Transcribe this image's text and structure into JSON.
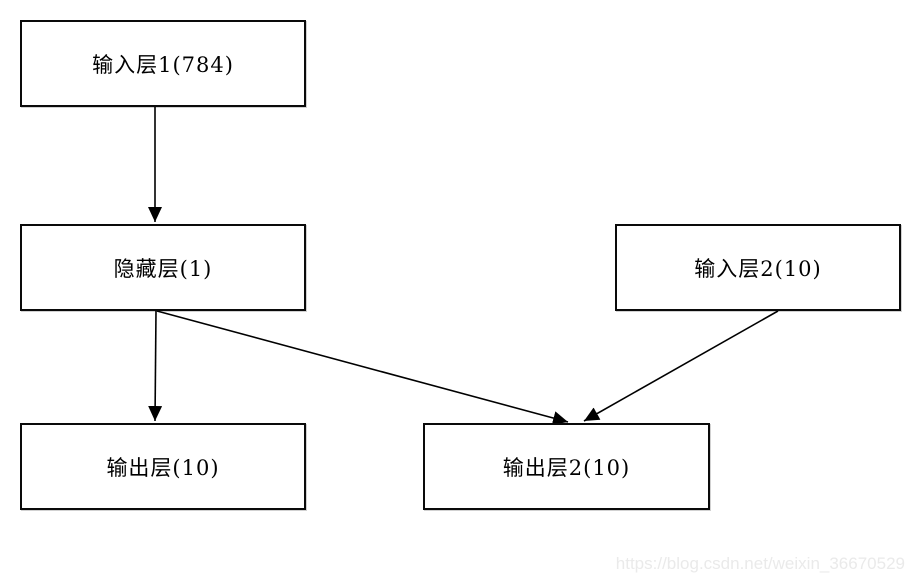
{
  "diagram": {
    "title": "neural-network-layer-flowchart",
    "nodes": [
      {
        "id": "input1",
        "label": "输入层1(784)"
      },
      {
        "id": "hidden",
        "label": "隐藏层(1)"
      },
      {
        "id": "input2",
        "label": "输入层2(10)"
      },
      {
        "id": "output1",
        "label": "输出层(10)"
      },
      {
        "id": "output2",
        "label": "输出层2(10)"
      }
    ],
    "edges": [
      {
        "from": "input1",
        "to": "hidden"
      },
      {
        "from": "hidden",
        "to": "output1"
      },
      {
        "from": "hidden",
        "to": "output2"
      },
      {
        "from": "input2",
        "to": "output2"
      }
    ],
    "colors": {
      "node_border": "#0a0a0a",
      "node_fill": "#ffffff",
      "arrow": "#000000",
      "text": "#000000",
      "background": "#ffffff"
    }
  },
  "watermark": {
    "text": "https://blog.csdn.net/weixin_36670529",
    "color": "#eaeaea"
  }
}
